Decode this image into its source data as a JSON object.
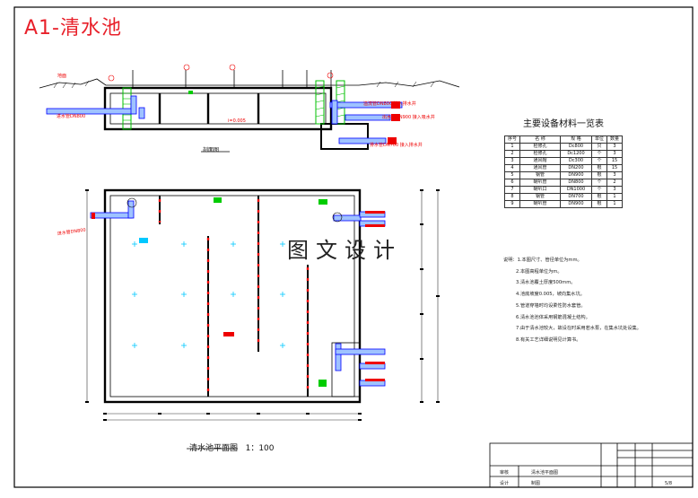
{
  "drawing_title": "A1-清水池",
  "watermark": "图文设计",
  "section": {
    "caption": "剖面图",
    "ground_label": "地面",
    "inlet_label": "进水管DN800",
    "slope_label": "i=0.005",
    "overflow_label": "溢流管DN800 接入排水井",
    "outlet_label": "出水管DN900 接入吸水井",
    "drain_label": "排水管DN700 接入排水井"
  },
  "plan": {
    "caption": "清水池平面图",
    "scale": "1：100",
    "inlet_label": "进水管DN800"
  },
  "materials": {
    "title": "主要设备材料一览表",
    "headers": [
      "序号",
      "名 称",
      "规 格",
      "单位",
      "数量"
    ],
    "rows": [
      [
        "1",
        "检修孔",
        "Dc800",
        "只",
        "3"
      ],
      [
        "2",
        "检修孔",
        "Dc1200",
        "个",
        "3"
      ],
      [
        "3",
        "通风帽",
        "Dc300",
        "个",
        "15"
      ],
      [
        "4",
        "通风管",
        "DN200",
        "根",
        "15"
      ],
      [
        "5",
        "钢管",
        "DN900",
        "根",
        "3"
      ],
      [
        "6",
        "喇叭管",
        "DN800",
        "个",
        "2"
      ],
      [
        "7",
        "喇叭口",
        "DN1000",
        "个",
        "3"
      ],
      [
        "8",
        "钢管",
        "DN700",
        "根",
        "1"
      ],
      [
        "9",
        "喇叭管",
        "DN900",
        "根",
        "1"
      ]
    ]
  },
  "notes": [
    "说明：1.本图尺寸、管径单位为mm。",
    "2.本图高程单位为m。",
    "3.清水池覆土厚度500mm。",
    "4.池底坡度0.005，坡向集水坑。",
    "5.管道穿墙时均设柔性防水套管。",
    "6.清水池池体采用钢筋混凝土结构。",
    "7.由于清水池较大，故设在时采用若水泵，在集水坑处设集。",
    "8.有关工艺详细说明见计算书。"
  ],
  "title_block": {
    "sheet": "5/8",
    "drawing_name": "清水池平面图",
    "label_a": "审核",
    "label_b": "设计",
    "label_c": "制图"
  },
  "colors": {
    "frame": "#000000",
    "wall": "#000000",
    "pipe": "#0000ff",
    "pipe_fill": "#9fc3ff",
    "green": "#00cc00",
    "red": "#ee0000",
    "cyan": "#00c8ff",
    "dim": "#333333"
  }
}
